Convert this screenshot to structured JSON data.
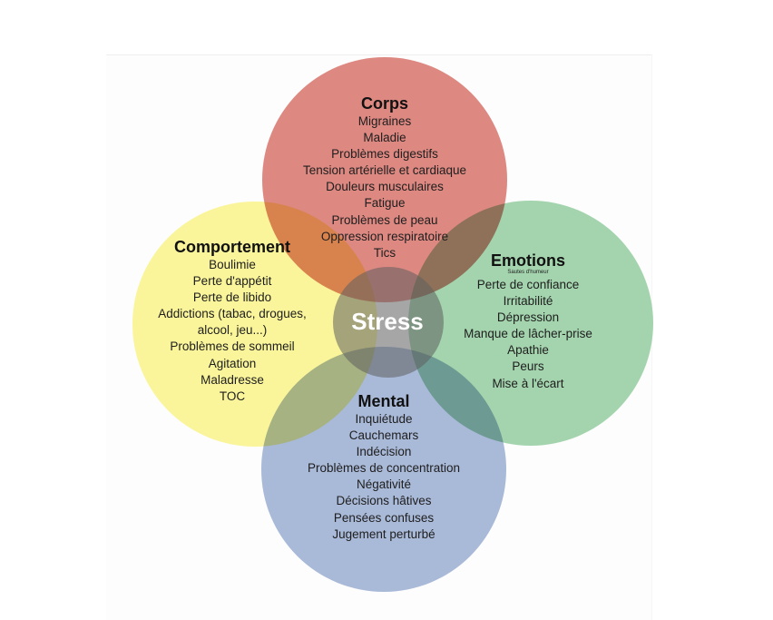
{
  "diagram": {
    "center": {
      "label": "Stress",
      "color": "#5f5f5f"
    },
    "categories": [
      {
        "key": "corps",
        "title": "Corps",
        "color": "#dd8881",
        "items": [
          "Migraines",
          "Maladie",
          "Problèmes digestifs",
          "Tension artérielle et cardiaque",
          "Douleurs musculaires",
          "Fatigue",
          "Problèmes de peau",
          "Oppression respiratoire",
          "Tics"
        ]
      },
      {
        "key": "comportement",
        "title": "Comportement",
        "color": "#faf59a",
        "items": [
          "Boulimie",
          "Perte d'appétit",
          "Perte de libido",
          "Addictions (tabac, drogues,",
          "alcool, jeu...)",
          "Problèmes de sommeil",
          "Agitation",
          "Maladresse",
          "TOC"
        ]
      },
      {
        "key": "emotions",
        "title": "Emotions",
        "subtitle": "Sautes d'humeur",
        "color": "#a4d4ae",
        "items": [
          "Perte de confiance",
          "Irritabilité",
          "Dépression",
          "Manque de lâcher-prise",
          "Apathie",
          "Peurs",
          "Mise à l'écart"
        ]
      },
      {
        "key": "mental",
        "title": "Mental",
        "color": "#a9b9d8",
        "items": [
          "Inquiétude",
          "Cauchemars",
          "Indécision",
          "Problèmes de concentration",
          "Négativité",
          "Décisions hâtives",
          "Pensées confuses",
          "Jugement perturbé"
        ]
      }
    ]
  }
}
